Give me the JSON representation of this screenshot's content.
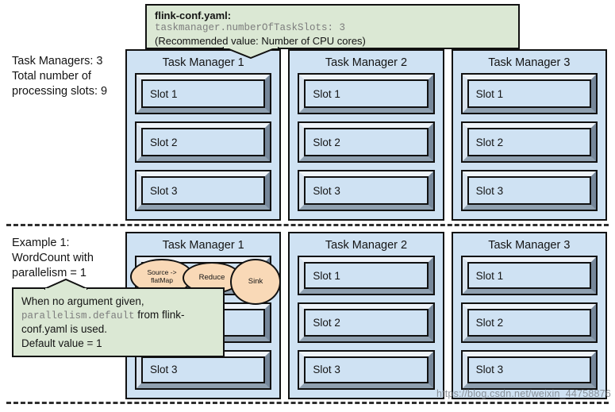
{
  "colors": {
    "manager_fill": "#cfe2f3",
    "callout_fill": "#dbe8d4",
    "operator_fill": "#f9d9b7",
    "code_text": "#7d7d7d"
  },
  "callout_top": {
    "title": "flink-conf.yaml:",
    "code": "taskmanager.numberOfTaskSlots: 3",
    "note": "(Recommended value: Number of CPU cores)"
  },
  "left_labels": {
    "top": [
      "Task Managers: 3",
      "Total number of",
      "processing slots: 9"
    ],
    "bottom": [
      "Example 1:",
      "WordCount with",
      "parallelism = 1"
    ]
  },
  "callout_bottom": {
    "line1": "When no argument given,",
    "code": "parallelism.default",
    "after_code": " from flink-conf.yaml is used.",
    "line3": "Default value = 1"
  },
  "rows": [
    {
      "managers": [
        {
          "title": "Task Manager 1",
          "slots": [
            "Slot 1",
            "Slot 2",
            "Slot 3"
          ]
        },
        {
          "title": "Task Manager 2",
          "slots": [
            "Slot 1",
            "Slot 2",
            "Slot 3"
          ]
        },
        {
          "title": "Task Manager 3",
          "slots": [
            "Slot 1",
            "Slot 2",
            "Slot 3"
          ]
        }
      ]
    },
    {
      "managers": [
        {
          "title": "Task Manager 1",
          "slots": [
            "",
            "",
            "Slot 3"
          ]
        },
        {
          "title": "Task Manager 2",
          "slots": [
            "Slot 1",
            "Slot 2",
            "Slot 3"
          ]
        },
        {
          "title": "Task Manager 3",
          "slots": [
            "Slot 1",
            "Slot 2",
            "Slot 3"
          ]
        }
      ]
    }
  ],
  "operators": [
    "Source ->\nflatMap",
    "Reduce",
    "Sink"
  ],
  "watermark": "https://blog.csdn.net/weixin_44758876"
}
